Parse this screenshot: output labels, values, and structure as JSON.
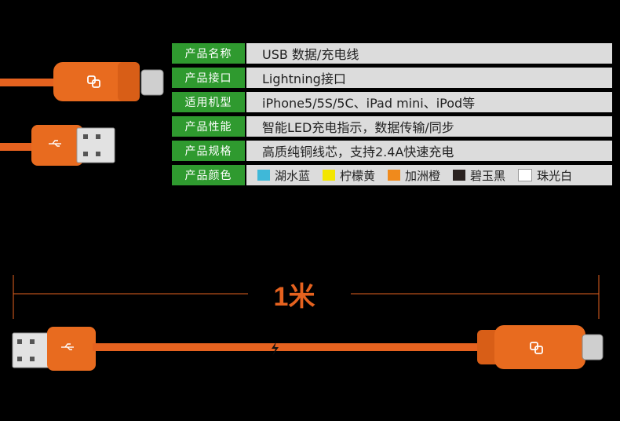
{
  "specs": {
    "rows": [
      {
        "label": "产品名称",
        "value": "USB 数据/充电线"
      },
      {
        "label": "产品接口",
        "value": "Lightning接口"
      },
      {
        "label": "适用机型",
        "value": "iPhone5/5S/5C、iPad mini、iPod等"
      },
      {
        "label": "产品性能",
        "value": "智能LED充电指示，数据传输/同步"
      },
      {
        "label": "产品规格",
        "value": "高质纯铜线芯，支持2.4A快速充电"
      },
      {
        "label": "产品颜色",
        "value": ""
      }
    ],
    "colors": [
      {
        "name": "湖水蓝",
        "hex": "#3fb8d8"
      },
      {
        "name": "柠檬黄",
        "hex": "#f3e600"
      },
      {
        "name": "加洲橙",
        "hex": "#f08a1c"
      },
      {
        "name": "碧玉黑",
        "hex": "#2a2220"
      },
      {
        "name": "珠光白",
        "hex": "#ffffff"
      }
    ]
  },
  "length_label": "1米",
  "theme": {
    "label_bg": "#2f9a2f",
    "value_bg": "#dcdcdc",
    "cable_orange": "#e5621f"
  },
  "icons": [
    "lightning-connector-icon",
    "usb-connector-icon",
    "logo-icon",
    "usb-symbol-icon",
    "lightning-bolt-icon"
  ]
}
